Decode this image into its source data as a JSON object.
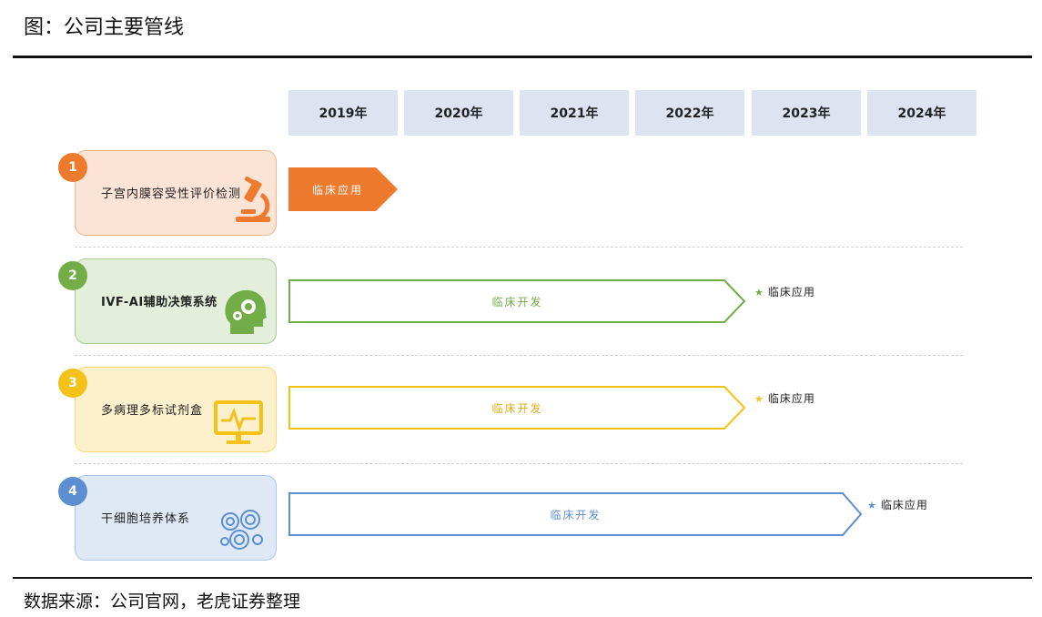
{
  "figure": {
    "title": "图：公司主要管线",
    "source": "数据来源：公司官网，老虎证券整理"
  },
  "years": [
    "2019年",
    "2020年",
    "2021年",
    "2022年",
    "2023年",
    "2024年"
  ],
  "pipelines": [
    {
      "number": "1",
      "name": "子宫内膜容受性评价检测",
      "bar_label": "临床应用",
      "milestone": "",
      "color": "#ee7a2e",
      "card_bg": "#fbe3d6",
      "icon": "microscope-icon"
    },
    {
      "number": "2",
      "name": "IVF-AI辅助决策系统",
      "bar_label": "临床开发",
      "milestone": "临床应用",
      "color": "#72ad47",
      "card_bg": "#e3efda",
      "icon": "head-gear-icon"
    },
    {
      "number": "3",
      "name": "多病理多标试剂盒",
      "bar_label": "临床开发",
      "milestone": "临床应用",
      "color": "#f4c119",
      "card_bg": "#fcf1cc",
      "icon": "monitor-pulse-icon"
    },
    {
      "number": "4",
      "name": "干细胞培养体系",
      "bar_label": "临床开发",
      "milestone": "临床应用",
      "color": "#5b8fd1",
      "card_bg": "#dee9f5",
      "icon": "cells-icon"
    }
  ]
}
